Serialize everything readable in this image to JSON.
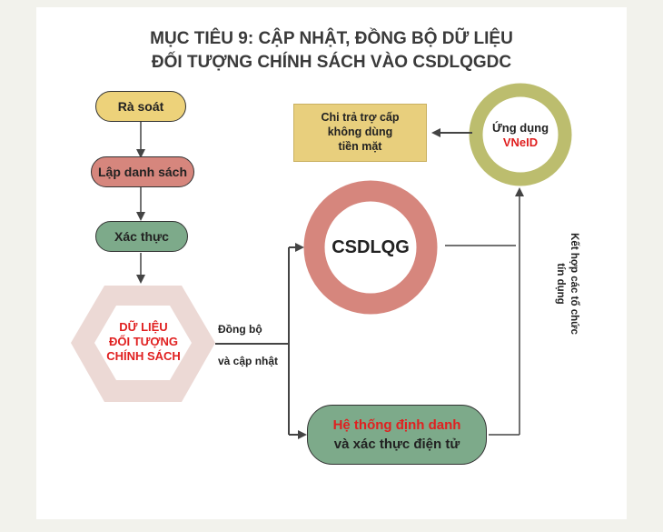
{
  "title": {
    "line1": "MỤC TIÊU 9: CẬP NHẬT, ĐỒNG BỘ DỮ LIỆU",
    "line2": "ĐỐI TƯỢNG CHÍNH SÁCH VÀO CSDLQGDC"
  },
  "steps": {
    "review": "Rà soát",
    "list": "Lập danh sách",
    "verify": "Xác thực"
  },
  "hexagon": {
    "line1": "DỮ LIỆU",
    "line2": "ĐỐI TƯỢNG",
    "line3": "CHÍNH SÁCH"
  },
  "sync_label": {
    "line1": "Đồng bộ",
    "line2": "và cập nhật"
  },
  "csdlqg": "CSDLQG",
  "identity": {
    "line1": "Hệ thống định danh",
    "line2": "và xác thực điện tử"
  },
  "app": {
    "line1": "Ứng dụng",
    "line2": "VNeID"
  },
  "payment": {
    "line1": "Chi trả trợ cấp",
    "line2": "không dùng",
    "line3": "tiền mặt"
  },
  "side_label": {
    "line1": "Kết hợp các tổ chức",
    "line2": "tín dụng"
  },
  "colors": {
    "yellow": "#edd27a",
    "salmon": "#d6867d",
    "green": "#7daa8a",
    "hex_fill": "#ecd9d5",
    "olive": "#bcbd6e",
    "box": "#e8cf7d",
    "red_text": "#e02020"
  }
}
